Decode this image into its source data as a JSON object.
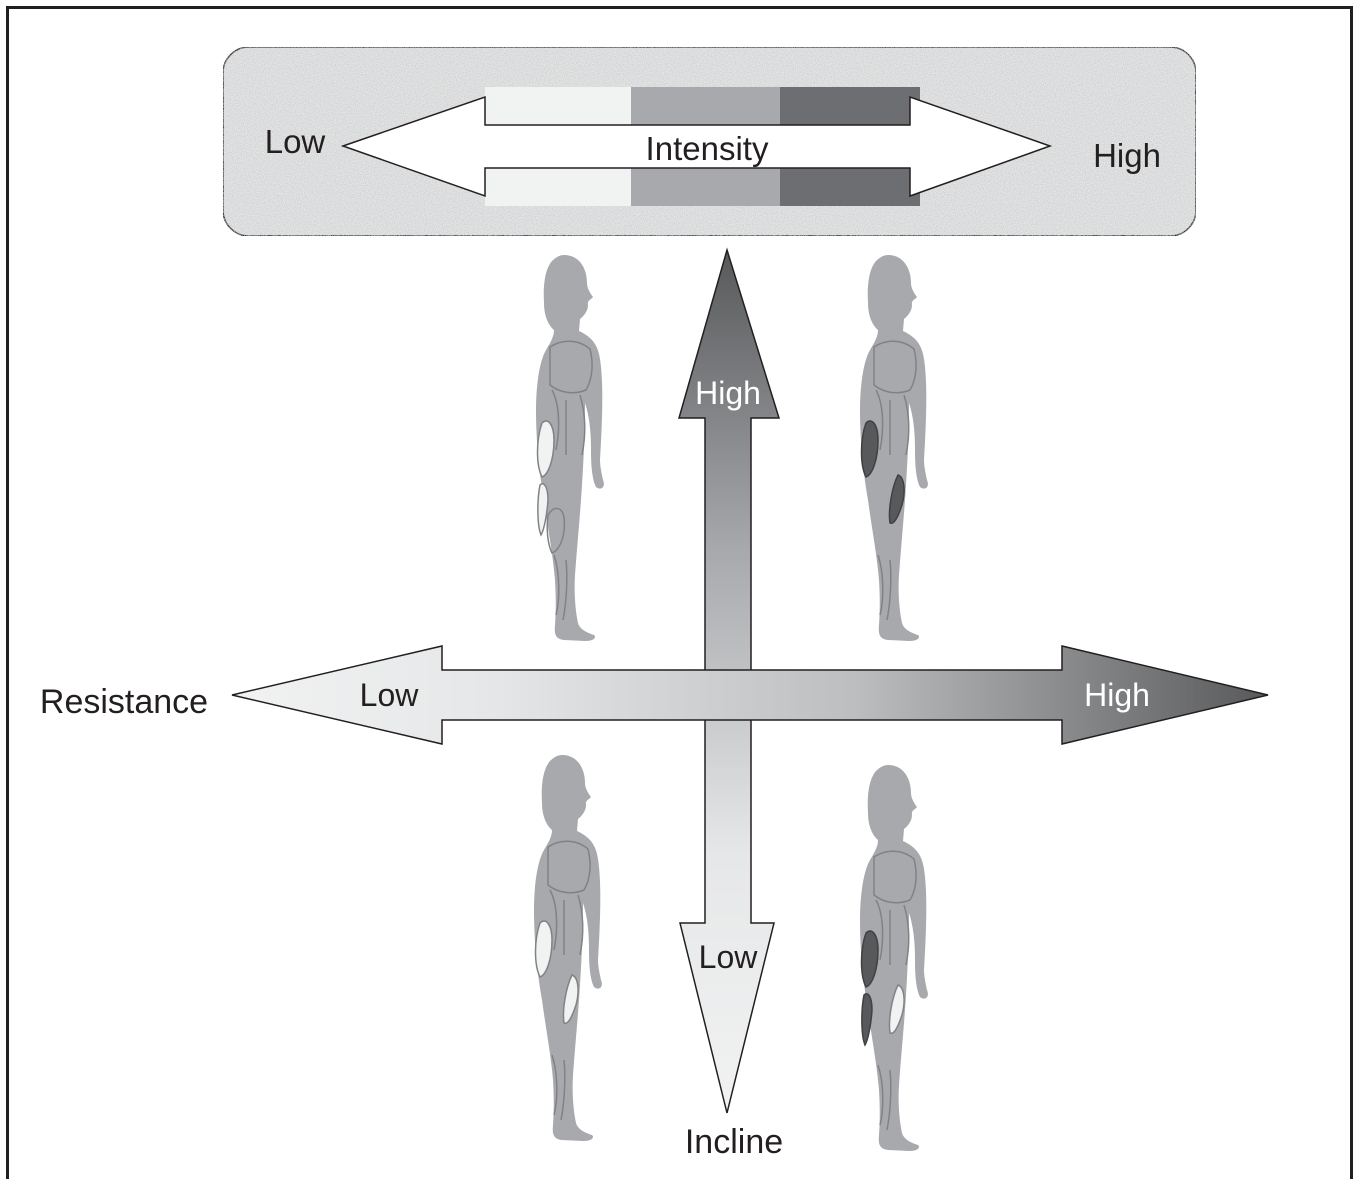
{
  "intensity_panel": {
    "title": "Intensity",
    "low_label": "Low",
    "high_label": "High",
    "gradient_colors": [
      "#f1f2f2",
      "#a7a9ac",
      "#6d6e71"
    ]
  },
  "resistance_axis": {
    "title": "Resistance",
    "low_label": "Low",
    "high_label": "High"
  },
  "incline_axis": {
    "title": "Incline",
    "high_label": "High",
    "low_label": "Low"
  },
  "figures": [
    {
      "quadrant": "low-resistance-high-incline"
    },
    {
      "quadrant": "high-resistance-high-incline"
    },
    {
      "quadrant": "low-resistance-low-incline"
    },
    {
      "quadrant": "high-resistance-low-incline"
    }
  ],
  "colors": {
    "figure_body": "#a7a9ac",
    "figure_highlight_active": "#58595b",
    "figure_highlight_inactive": "#f1f2f2",
    "arrow_outline": "#231f20",
    "frame": "#231f20"
  }
}
